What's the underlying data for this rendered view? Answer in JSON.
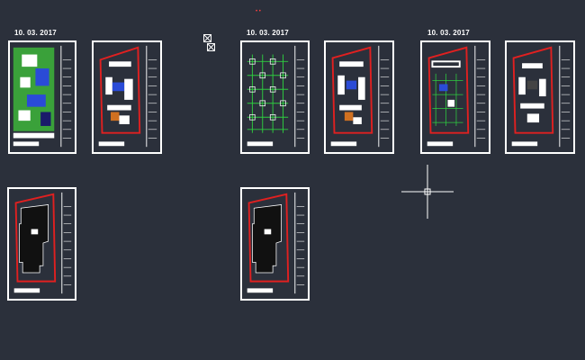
{
  "drawing_sets": [
    {
      "date": "10. 03. 2017"
    },
    {
      "date": "10. 03. 2017"
    },
    {
      "date": "10. 03. 2017"
    }
  ],
  "marker_text": "• •",
  "icons": {
    "block_icon": "block-insert-icon",
    "cursor": "crosshair-cursor-icon"
  },
  "colors": {
    "background": "#2b303b",
    "sheet_border": "#ffffff",
    "boundary": "#e02020",
    "grid": "#2ecc40",
    "roof": "#111111",
    "furniture": "#2a4bd7",
    "landscape": "#3aa13a"
  }
}
